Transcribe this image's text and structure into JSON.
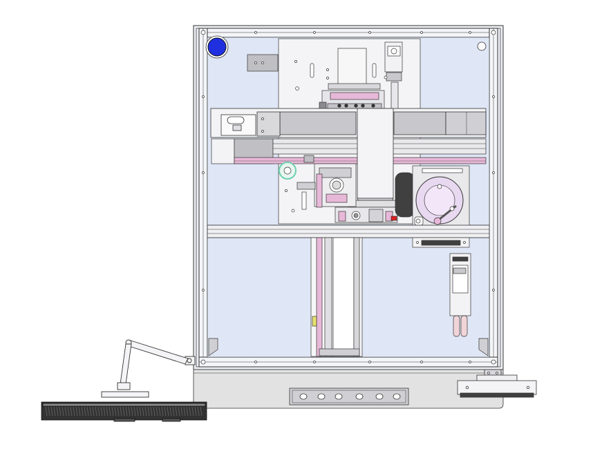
{
  "drawing": {
    "subject": "",
    "view": "",
    "colors": {
      "background": "#ffffff",
      "panel": "#dfe6f5",
      "frame": "#e6e9ef",
      "line": "#333333",
      "beam": "#c8c8cc",
      "base": "#e2e2e2",
      "accent_blue": "#2030e0",
      "pink": "#e8b8d8",
      "green": "#6fd0b0",
      "monitor": "#333333"
    },
    "components": [
      "cabinet-frame",
      "upper-panel",
      "lower-panel",
      "mounting-plate",
      "gantry-beam",
      "vertical-actuator",
      "camera-module",
      "disk-feeder",
      "cross-rail",
      "lower-linear-axis",
      "controller-module",
      "base-plinth",
      "button-panel",
      "monitor-arm",
      "monitor",
      "foot-bracket",
      "emergency-stop-button"
    ],
    "button_panel": {
      "button_count": 6
    }
  }
}
